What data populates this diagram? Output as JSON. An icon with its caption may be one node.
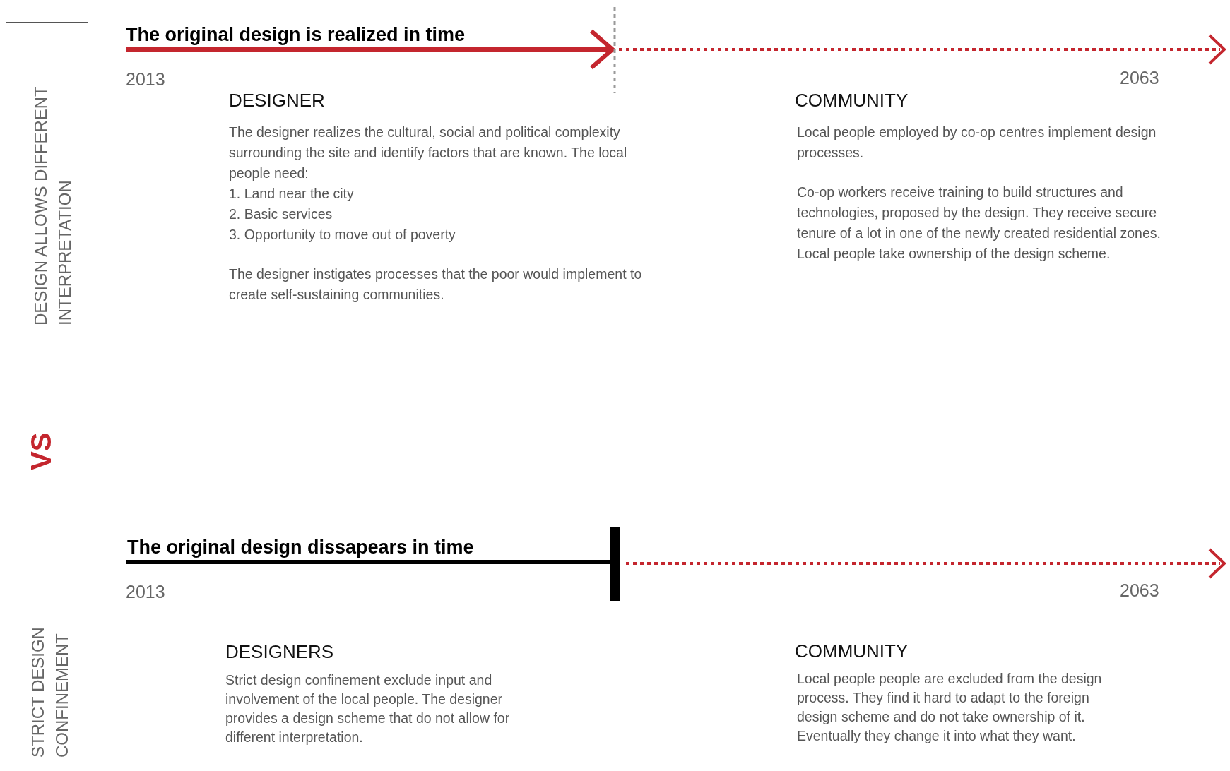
{
  "diagram": {
    "nodes": [
      {
        "text": [
          "DESIGN ALLOWS DIFFERENT INTERPRETATION",
          "VS",
          "STRICT DESIGN CONFINEMENT"
        ]
      }
    ],
    "labels": [
      "The original design is realized in time",
      "2013",
      "2063",
      "DESIGNER",
      "The designer realizes the cultural, social and political complexity surrounding the site and identify factors that are known.  The local people need:",
      "1. Land near the city",
      "2. Basic services",
      "3. Opportunity to move out of poverty",
      "The designer instigates processes that the poor would implement to create self-sustaining communities.",
      "COMMUNITY",
      "Local people employed by co-op centres implement design processes.",
      "Co-op workers receive training to build structures and technologies, proposed by the design.  They receive secure tenure of a lot in one of the newly created residential zones. Local people take ownership of the design scheme.",
      "The original design dissapears in time",
      "2013",
      "2063",
      "DESIGNERS",
      "Strict design confinement exclude input and involvement of the local people.  The designer provides a design scheme that do not allow for different interpretation.",
      "COMMUNITY",
      "Local people people are excluded from the design process. They find it hard to adapt to the foreign design scheme and do not take ownership of it.  Eventually they change it into what they want."
    ]
  }
}
